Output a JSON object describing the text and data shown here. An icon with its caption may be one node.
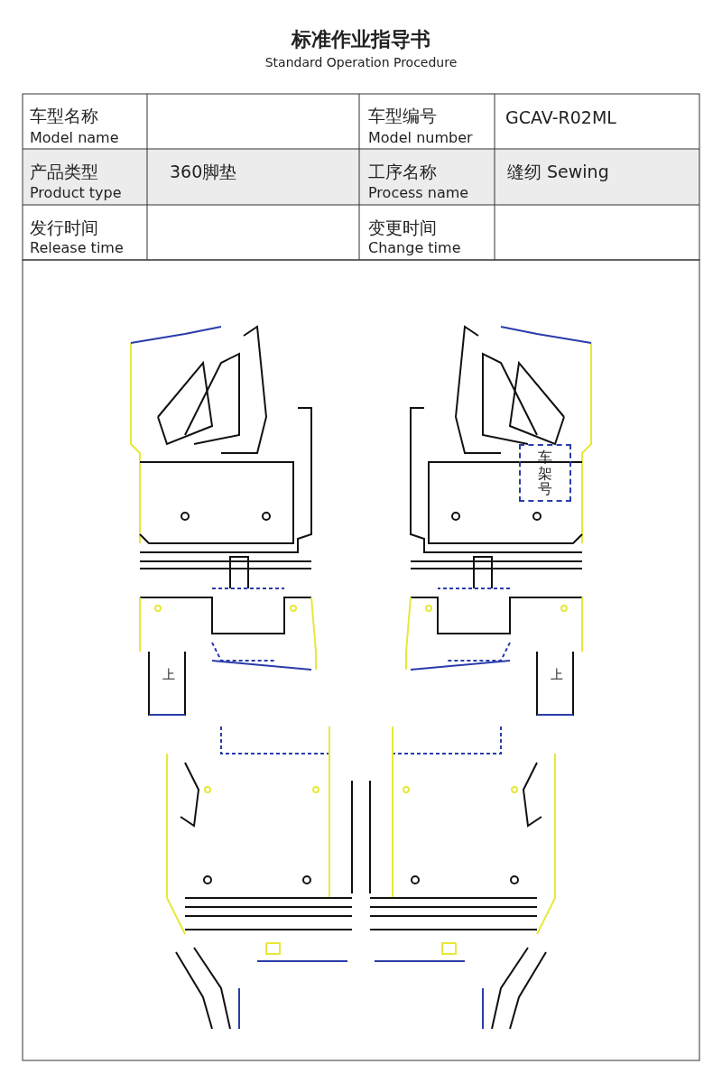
{
  "diagram": {
    "title": "标准作业指导书",
    "nodes": [
      {
        "text": [
          "车架号"
        ]
      }
    ],
    "edges": [],
    "labels": [
      "Standard Operation Procedure",
      "车型名称",
      "Model name",
      "车型编号",
      "Model number",
      "GCAV-R02ML",
      "产品类型",
      "Product type",
      "360脚垫",
      "工序名称",
      "Process name",
      "缝纫 Sewing",
      "发行时间",
      "Release time",
      "变更时间",
      "Change time",
      "上",
      "上"
    ]
  }
}
